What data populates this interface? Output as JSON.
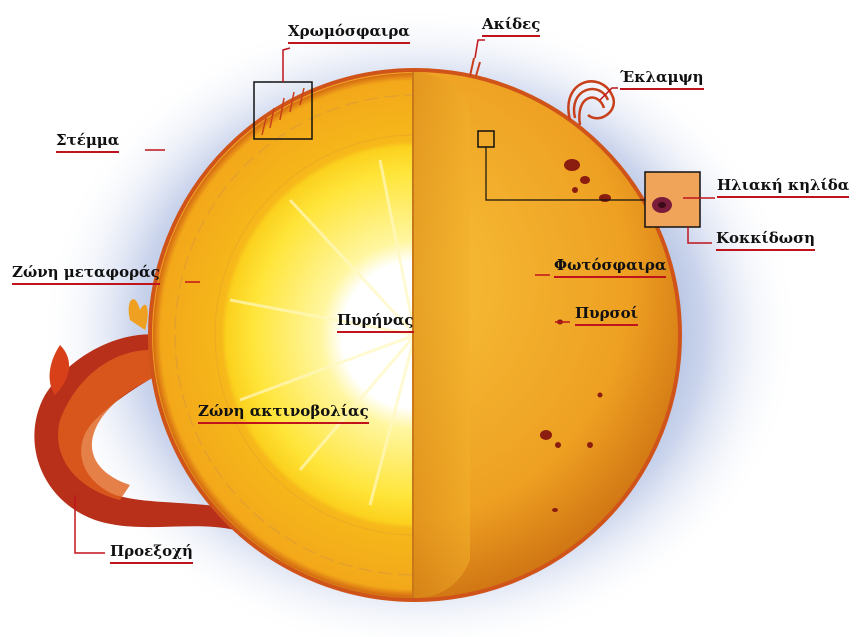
{
  "labels": {
    "chromosphere": "Χρωμόσφαιρα",
    "spicules": "Ακίδες",
    "flare": "Έκλαμψη",
    "corona": "Στέμμα",
    "sunspot": "Ηλιακή κηλίδα",
    "granulation": "Κοκκίδωση",
    "convection_zone": "Ζώνη μεταφοράς",
    "photosphere": "Φωτόσφαιρα",
    "core": "Πυρήνας",
    "faculae": "Πυρσοί",
    "radiative_zone": "Ζώνη ακτινοβολίας",
    "prominence": "Προεξοχή"
  },
  "colors": {
    "corona_glow": "#9fb2d8",
    "photosphere": "#f0a020",
    "convection": "#f4b81c",
    "radiative": "#ffe84a",
    "core": "#ffffff",
    "prominence": "#c0301a",
    "label_underline": "#c0141c"
  }
}
